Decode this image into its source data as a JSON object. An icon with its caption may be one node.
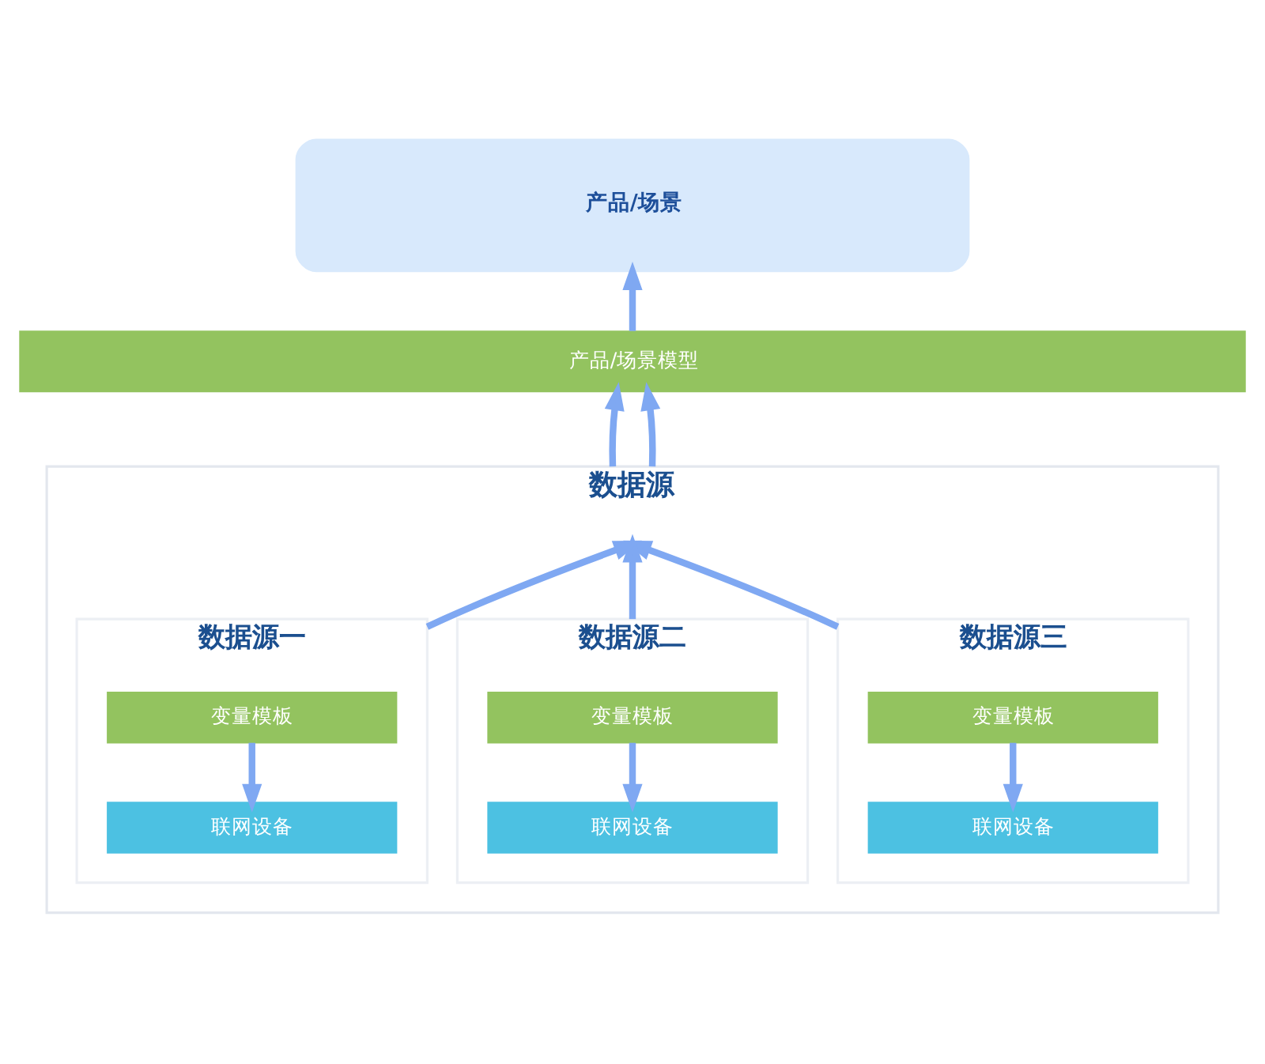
{
  "diagram": {
    "nodes": [
      {
        "text": [
          "产品/场景"
        ]
      },
      {
        "text": [
          "产品/场景模型"
        ]
      },
      {
        "text": [
          "数据源"
        ]
      },
      {
        "text": [
          "数据源一"
        ],
        "in": 2
      },
      {
        "text": [
          "变量模板"
        ],
        "in": 3
      },
      {
        "text": [
          "联网设备"
        ],
        "in": 3
      },
      {
        "text": [
          "数据源二"
        ],
        "in": 2
      },
      {
        "text": [
          "变量模板"
        ],
        "in": 6
      },
      {
        "text": [
          "联网设备"
        ],
        "in": 6
      },
      {
        "text": [
          "数据源三"
        ],
        "in": 2
      },
      {
        "text": [
          "变量模板"
        ],
        "in": 9
      },
      {
        "text": [
          "联网设备"
        ],
        "in": 9
      }
    ],
    "edges": [
      {
        "from": 1,
        "to": 0,
        "arrow": "to"
      },
      {
        "from": 2,
        "to": 1,
        "arrow": "to"
      },
      {
        "from": 2,
        "to": 1,
        "arrow": "to"
      },
      {
        "from": 3,
        "to": 2,
        "arrow": "to"
      },
      {
        "from": 6,
        "to": 2,
        "arrow": "to"
      },
      {
        "from": 9,
        "to": 2,
        "arrow": "to"
      },
      {
        "from": 4,
        "to": 5,
        "arrow": "to"
      },
      {
        "from": 7,
        "to": 8,
        "arrow": "to"
      },
      {
        "from": 10,
        "to": 11,
        "arrow": "to"
      }
    ]
  }
}
